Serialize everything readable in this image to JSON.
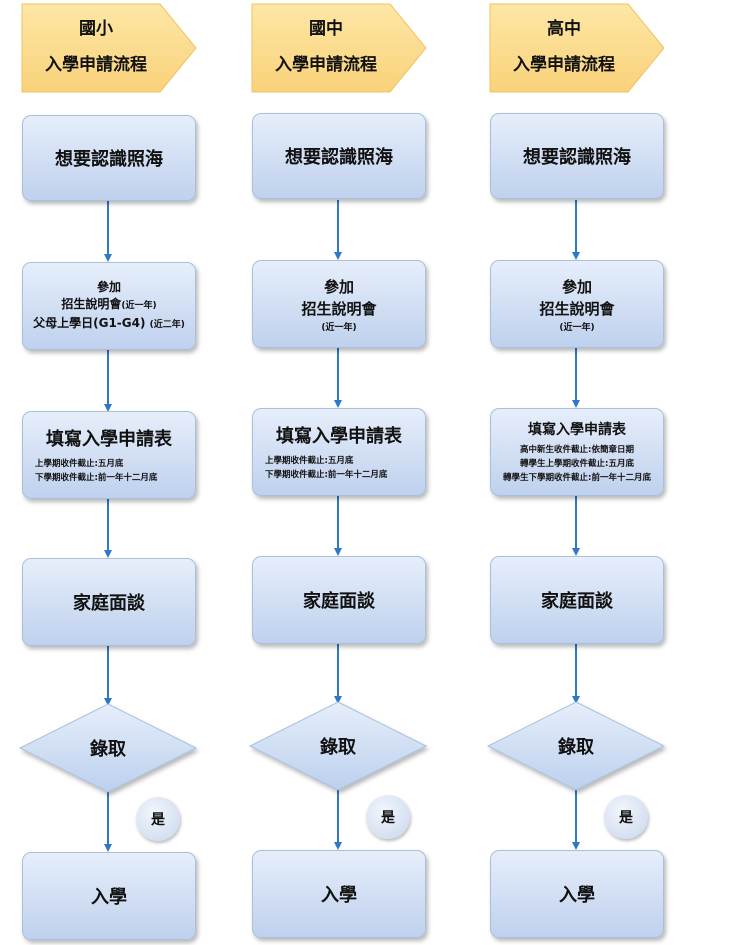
{
  "columns": [
    {
      "header": {
        "line1": "國小",
        "line2": "入學申請流程"
      },
      "step1": "想要認識照海",
      "step2": {
        "title": "參加",
        "line1": "招生說明會",
        "line1_note": "(近一年)",
        "line2": "父母上學日(G1-G4)",
        "line2_note": "(近二年)"
      },
      "step3": {
        "title": "填寫入學申請表",
        "notes": [
          "上學期收件截止:五月底",
          "下學期收件截止:前一年十二月底"
        ]
      },
      "step4": "家庭面談",
      "decision": "錄取",
      "yes": "是",
      "final": "入學"
    },
    {
      "header": {
        "line1": "國中",
        "line2": "入學申請流程"
      },
      "step1": "想要認識照海",
      "step2": {
        "title": "參加",
        "line1": "招生說明會",
        "line1_note": "(近一年)"
      },
      "step3": {
        "title": "填寫入學申請表",
        "notes": [
          "上學期收件截止:五月底",
          "下學期收件截止:前一年十二月底"
        ]
      },
      "step4": "家庭面談",
      "decision": "錄取",
      "yes": "是",
      "final": "入學"
    },
    {
      "header": {
        "line1": "高中",
        "line2": "入學申請流程"
      },
      "step1": "想要認識照海",
      "step2": {
        "title": "參加",
        "line1": "招生說明會",
        "line1_note": "(近一年)"
      },
      "step3": {
        "title": "填寫入學申請表",
        "notes": [
          "高中新生收件截止:依簡章日期",
          "轉學生上學期收件截止:五月底",
          "轉學生下學期收件截止:前一年十二月底"
        ]
      },
      "step4": "家庭面談",
      "decision": "錄取",
      "yes": "是",
      "final": "入學"
    }
  ]
}
